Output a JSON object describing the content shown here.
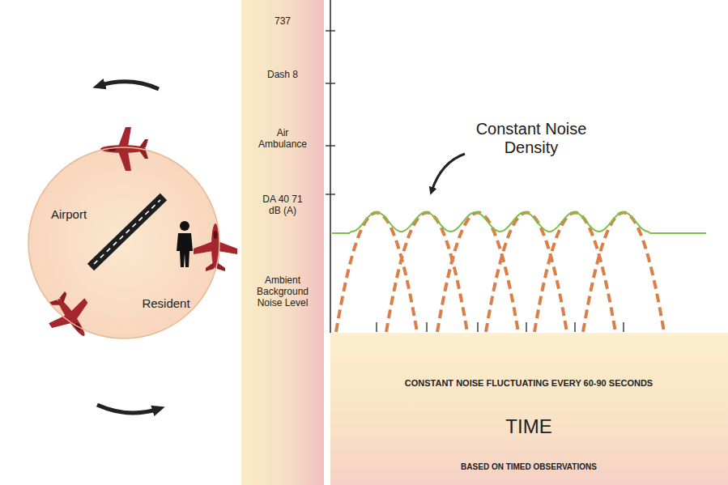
{
  "diagram": {
    "nodes": [
      {
        "text": [
          "Airport",
          "Resident"
        ]
      },
      {
        "text": [
          "737",
          "Dash 8",
          "Air Ambulance",
          "DA 40 71 dB (A)",
          "Ambient Background Noise Level"
        ]
      },
      {
        "text": [
          "CONSTANT NOISE FLUCTUATING EVERY 60-90 SECONDS",
          "TIME",
          "BASED ON TIMED OBSERVATIONS"
        ]
      }
    ],
    "labels": [
      "Constant Noise Density"
    ]
  }
}
